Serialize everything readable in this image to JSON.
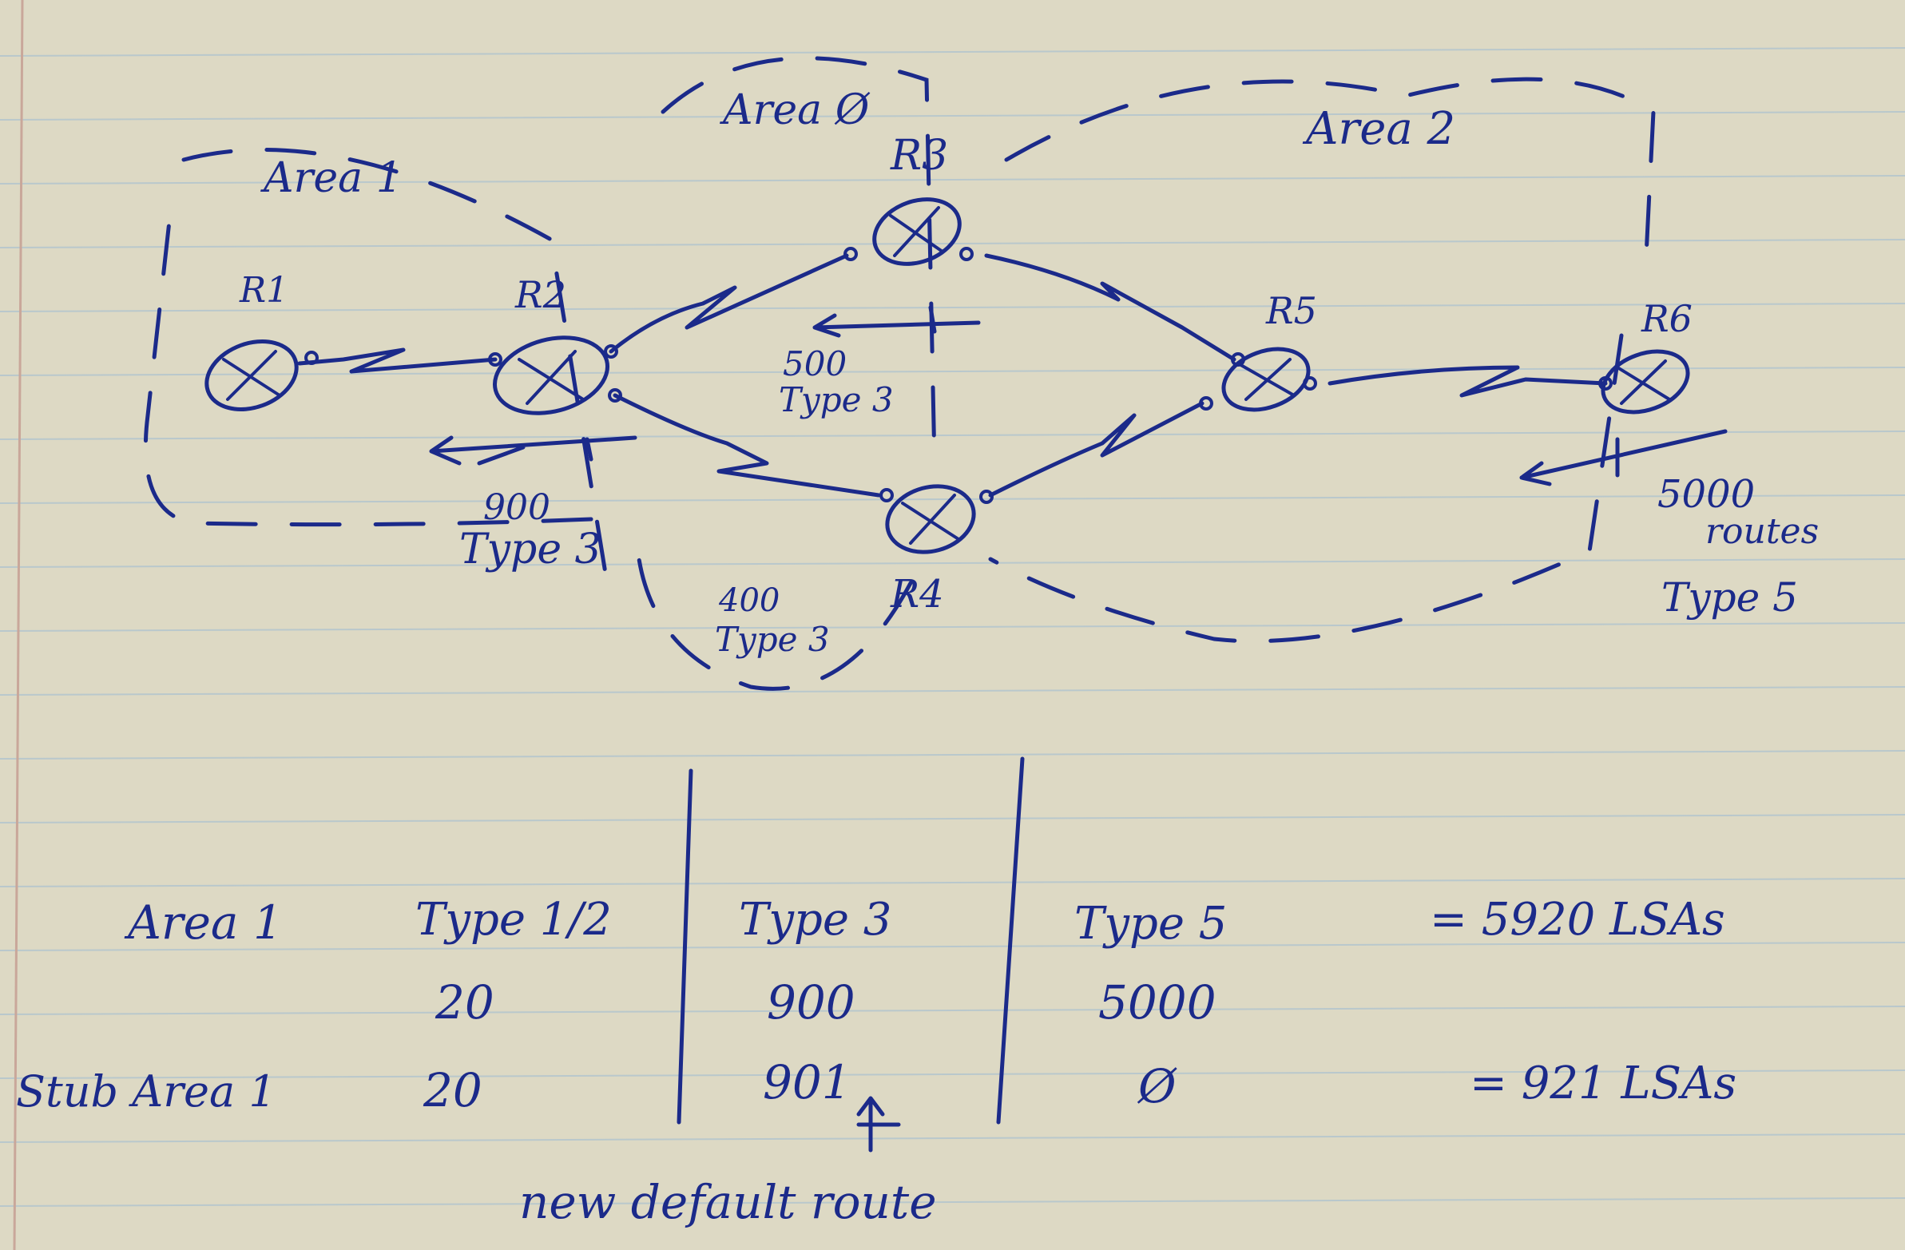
{
  "areas": {
    "area0": "Area Ø",
    "area1": "Area 1",
    "area2": "Area 2"
  },
  "routers": {
    "r1": "R1",
    "r2": "R2",
    "r3": "R3",
    "r4": "R4",
    "r5": "R5",
    "r6": "R6"
  },
  "annotations": {
    "r3_lsa_count": "500",
    "r3_lsa_type": "Type 3",
    "r2_lsa_count": "900",
    "r2_lsa_type": "Type 3",
    "r4_lsa_count": "400",
    "r4_lsa_type": "Type 3",
    "r6_routes_count": "5000",
    "r6_routes_word": "routes",
    "r6_routes_type": "Type 5"
  },
  "table": {
    "headers": [
      "Type 1/2",
      "Type 3",
      "Type 5"
    ],
    "rows": [
      {
        "label": "Area 1",
        "values": [
          "20",
          "900",
          "5000"
        ],
        "total": "= 5920 LSAs"
      },
      {
        "label": "Stub Area 1",
        "values": [
          "20",
          "901",
          "Ø"
        ],
        "total": "= 921 LSAs"
      }
    ],
    "footnote": "new default route"
  },
  "colors": {
    "ink": "#1b2a8a",
    "paper": "#ddd9c4",
    "rule_line": "#b9c8cc"
  }
}
